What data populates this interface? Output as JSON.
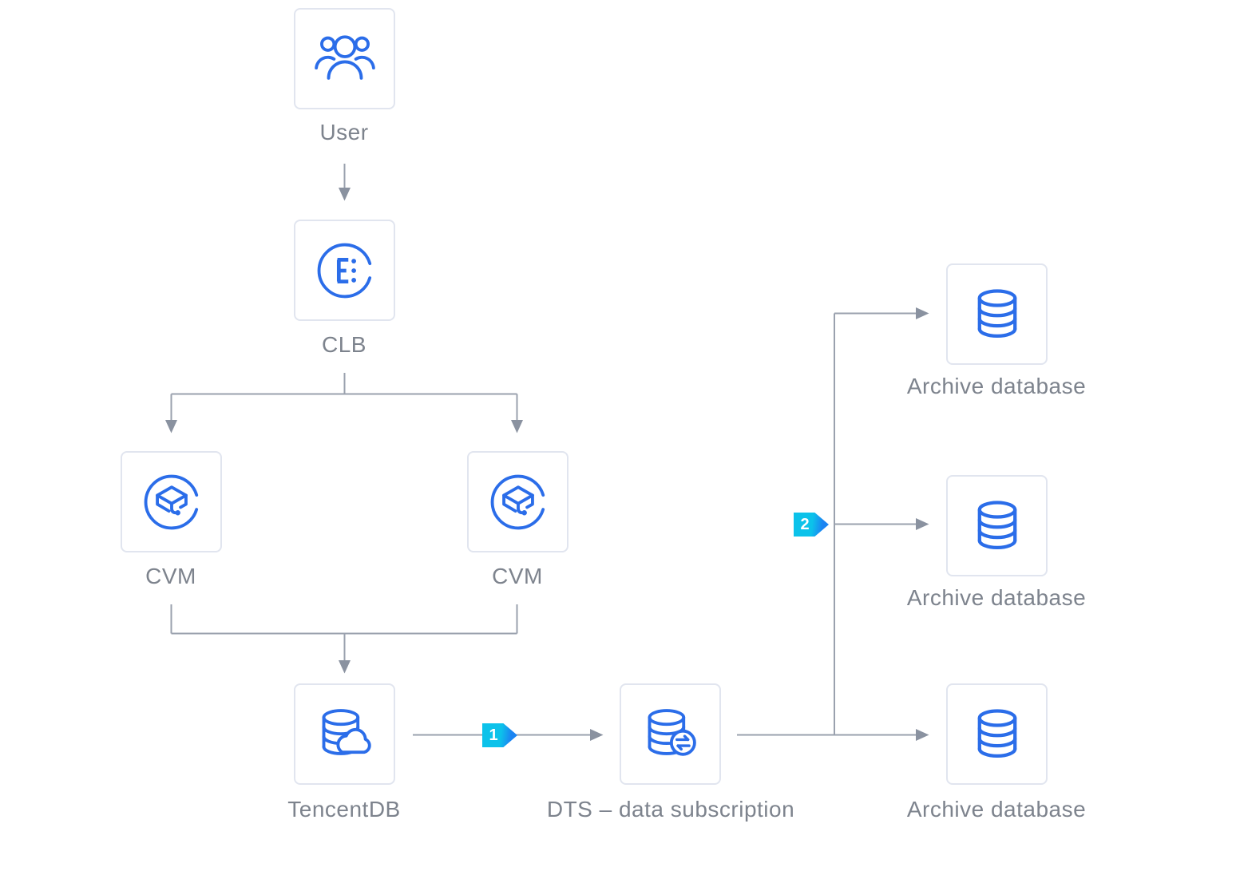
{
  "diagram_title": "",
  "nodes": {
    "user": {
      "label": "User",
      "icon": "user-group-icon"
    },
    "clb": {
      "label": "CLB",
      "icon": "load-balancer-icon"
    },
    "cvm_left": {
      "label": "CVM",
      "icon": "cvm-server-icon"
    },
    "cvm_right": {
      "label": "CVM",
      "icon": "cvm-server-icon"
    },
    "tencentdb": {
      "label": "TencentDB",
      "icon": "cloud-database-icon"
    },
    "dts": {
      "label": "DTS – data subscription",
      "icon": "data-subscription-icon"
    },
    "archive_top": {
      "label": "Archive database",
      "icon": "database-icon"
    },
    "archive_middle": {
      "label": "Archive database",
      "icon": "database-icon"
    },
    "archive_bottom": {
      "label": "Archive database",
      "icon": "database-icon"
    }
  },
  "badges": {
    "step1": {
      "label": "1"
    },
    "step2": {
      "label": "2"
    }
  },
  "edges": [
    {
      "from": "user",
      "to": "clb"
    },
    {
      "from": "clb",
      "to": "cvm_left"
    },
    {
      "from": "clb",
      "to": "cvm_right"
    },
    {
      "from": "cvm_left",
      "to": "tencentdb"
    },
    {
      "from": "cvm_right",
      "to": "tencentdb"
    },
    {
      "from": "tencentdb",
      "to": "dts",
      "step": "1"
    },
    {
      "from": "dts",
      "to": "archive_top",
      "step": "2"
    },
    {
      "from": "dts",
      "to": "archive_middle",
      "step": "2"
    },
    {
      "from": "dts",
      "to": "archive_bottom",
      "step": "2"
    }
  ],
  "colors": {
    "icon_blue": "#2b6de9",
    "line_gray": "#9aa1ae",
    "arrowhead_gray": "#8a92a0",
    "label_gray": "#7d838d",
    "box_border": "#e1e5ef",
    "badge_cyan": "#0cc2ea",
    "badge_blue": "#1b84f2",
    "background": "#ffffff"
  }
}
